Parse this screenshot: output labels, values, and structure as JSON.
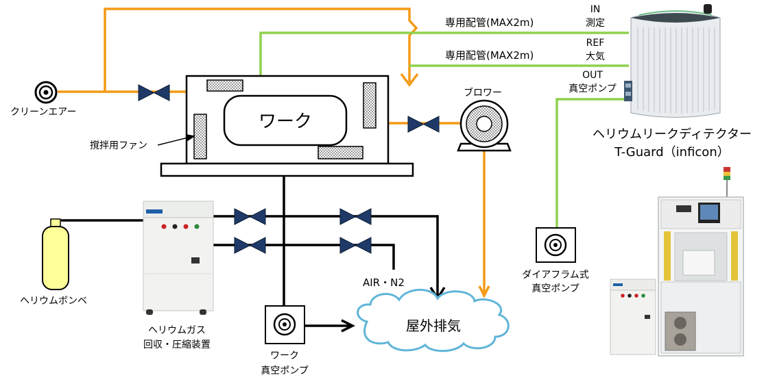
{
  "labels": {
    "clean_air": "クリーンエアー",
    "work": "ワーク",
    "fan": "撹拌用ファン",
    "blower": "ブロワー",
    "pipe1": "専用配管(MAX2m)",
    "pipe2": "専用配管(MAX2m)",
    "port_in_1": "IN",
    "port_in_2": "測定",
    "port_ref_1": "REF",
    "port_ref_2": "大気",
    "port_out_1": "OUT",
    "port_out_2": "真空ポンプ",
    "detector_1": "ヘリウムリークディテクター",
    "detector_2": "T-Guard（inficon）",
    "diaphragm_1": "ダイアフラム式",
    "diaphragm_2": "真空ポンプ",
    "helium_cyl": "ヘリウムボンベ",
    "recovery_1": "ヘリウムガス",
    "recovery_2": "回収・圧縮装置",
    "air_n2": "AIR・N2",
    "exhaust": "屋外排気",
    "work_pump_1": "ワーク",
    "work_pump_2": "真空ポンプ"
  },
  "colors": {
    "orange": "#f39a16",
    "green": "#8fd14f",
    "valve": "#1f3a68",
    "cloud": "#5fb5d8",
    "cylinder": "#ffff99"
  }
}
